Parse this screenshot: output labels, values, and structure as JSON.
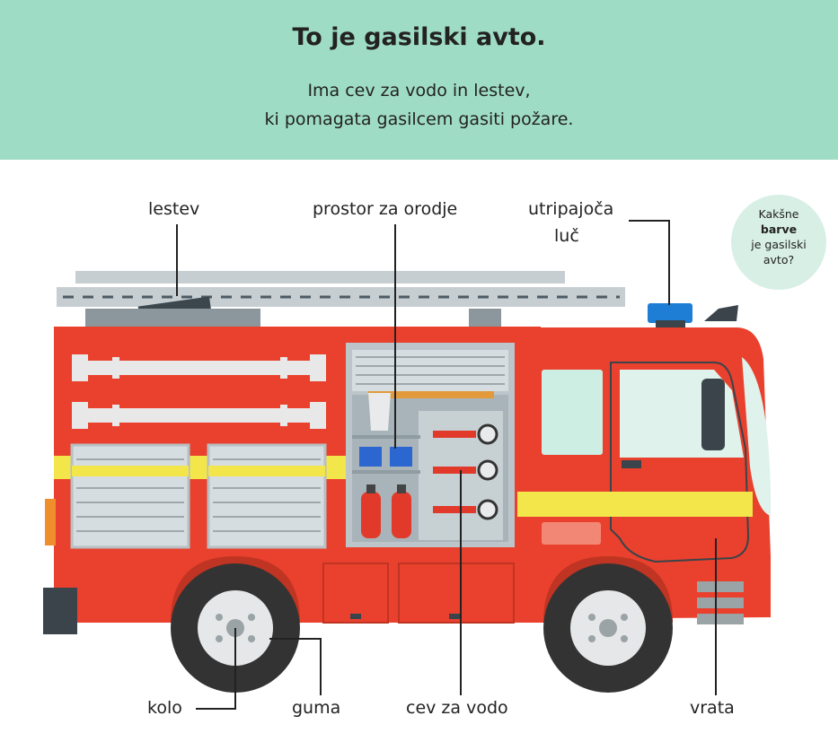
{
  "header": {
    "title": "To je gasilski avto.",
    "line1": "Ima cev za vodo in lestev,",
    "line2": "ki pomagata gasilcem gasiti požare."
  },
  "labels": {
    "ladder": "lestev",
    "tools": "prostor za orodje",
    "light_line1": "utripajoča",
    "light_line2": "luč",
    "wheel": "kolo",
    "tyre": "guma",
    "hose": "cev za vodo",
    "door": "vrata"
  },
  "bubble": {
    "line1": "Kakšne",
    "line2": "barve",
    "line3": "je gasilski",
    "line4": "avto?"
  },
  "colors": {
    "header_bg": "#9fdcc6",
    "truck_red": "#e9412d",
    "stripe_yellow": "#f2e64a",
    "panel_grey": "#c5cdd0",
    "tyre_dark": "#333333"
  }
}
